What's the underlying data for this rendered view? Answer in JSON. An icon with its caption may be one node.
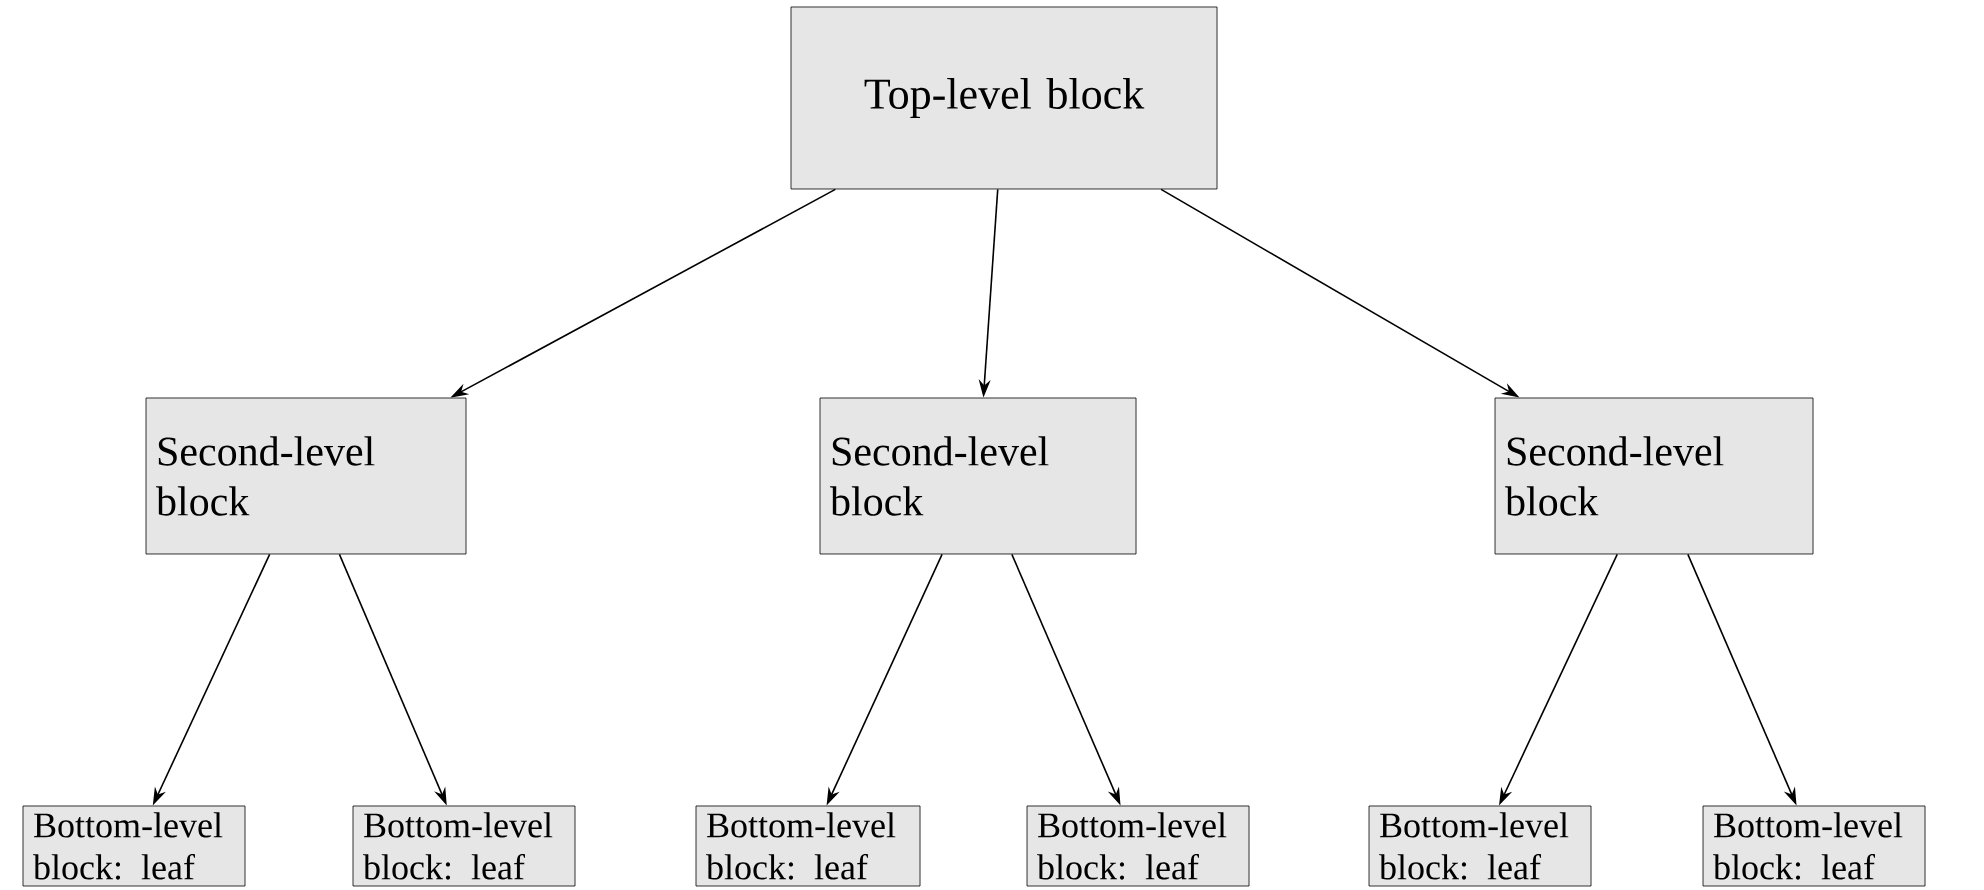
{
  "diagram": {
    "nodes": [
      {
        "text": [
          "Top-level block"
        ]
      },
      {
        "text": [
          "Second-level block"
        ]
      },
      {
        "text": [
          "Second-level block"
        ]
      },
      {
        "text": [
          "Second-level block"
        ]
      },
      {
        "text": [
          "Bottom-level block: leaf"
        ]
      },
      {
        "text": [
          "Bottom-level block: leaf"
        ]
      },
      {
        "text": [
          "Bottom-level block: leaf"
        ]
      },
      {
        "text": [
          "Bottom-level block: leaf"
        ]
      },
      {
        "text": [
          "Bottom-level block: leaf"
        ]
      },
      {
        "text": [
          "Bottom-level block: leaf"
        ]
      }
    ],
    "edges": [
      {
        "from": 0,
        "to": 1,
        "arrow": "to"
      },
      {
        "from": 0,
        "to": 2,
        "arrow": "to"
      },
      {
        "from": 0,
        "to": 3,
        "arrow": "to"
      },
      {
        "from": 1,
        "to": 4,
        "arrow": "to"
      },
      {
        "from": 1,
        "to": 5,
        "arrow": "to"
      },
      {
        "from": 2,
        "to": 6,
        "arrow": "to"
      },
      {
        "from": 2,
        "to": 7,
        "arrow": "to"
      },
      {
        "from": 3,
        "to": 8,
        "arrow": "to"
      },
      {
        "from": 3,
        "to": 9,
        "arrow": "to"
      }
    ]
  }
}
